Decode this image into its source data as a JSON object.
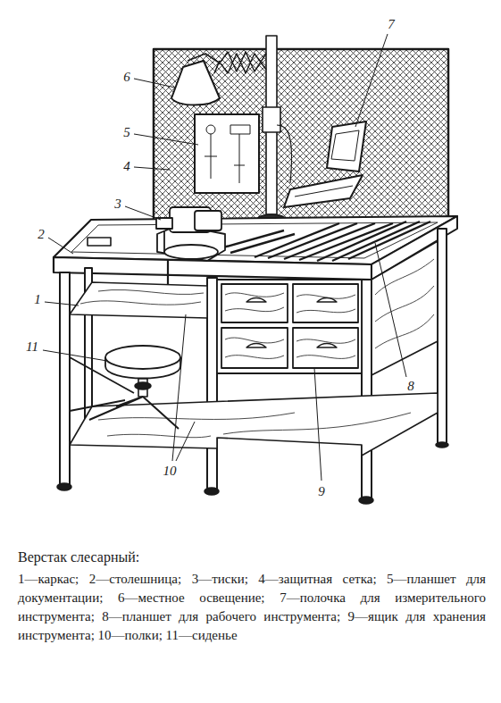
{
  "diagram": {
    "title": "Верстак слесарный:",
    "caption": "1—каркас; 2—столешница; 3—тиски; 4—защитная сетка; 5—планшет для документации; 6—местное освещение; 7—полочка для измерительного инструмента; 8—планшет для рабочего инструмента; 9—ящик для хранения инструмента; 10—полки; 11—сиденье",
    "labels": [
      "7",
      "6",
      "5",
      "4",
      "3",
      "2",
      "1",
      "11",
      "8",
      "10",
      "9"
    ]
  }
}
